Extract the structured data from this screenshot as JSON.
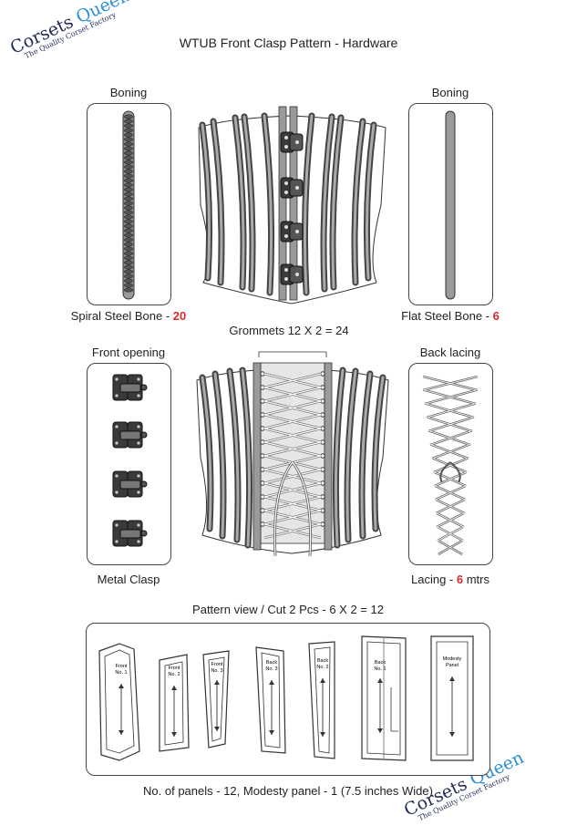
{
  "title": "WTUB Front Clasp Pattern - Hardware",
  "watermark": {
    "brand_a": "Corsets",
    "brand_b": "Queen",
    "tagline": "The Quality Corset Factory"
  },
  "boning_left": {
    "heading": "Boning",
    "caption_prefix": "Spiral Steel Bone - ",
    "count": "20"
  },
  "boning_right": {
    "heading": "Boning",
    "caption_prefix": "Flat Steel Bone - ",
    "count": "6"
  },
  "grommets_caption": "Grommets 12 X 2 = 24",
  "front_opening": {
    "heading": "Front opening",
    "caption": "Metal Clasp"
  },
  "back_lacing": {
    "heading": "Back lacing",
    "caption_prefix": "Lacing  - ",
    "count": "6",
    "caption_suffix": " mtrs"
  },
  "pattern_caption": "Pattern view / Cut 2 Pcs - 6 X 2 = 12",
  "panels": [
    {
      "line1": "Front",
      "line2": "No. 1"
    },
    {
      "line1": "Front",
      "line2": "No. 2"
    },
    {
      "line1": "Front",
      "line2": "No. 3"
    },
    {
      "line1": "Back",
      "line2": "No. 3"
    },
    {
      "line1": "Back",
      "line2": "No. 2"
    },
    {
      "line1": "Back",
      "line2": "No. 1"
    },
    {
      "line1": "Modesty",
      "line2": "Panel"
    }
  ],
  "footer": "No. of panels - 12, Modesty panel - 1 (7.5 inches Wide)",
  "colors": {
    "accent_red": "#d62a2a",
    "brand_blue": "#2c8fd6",
    "brand_navy": "#1f2a56"
  }
}
